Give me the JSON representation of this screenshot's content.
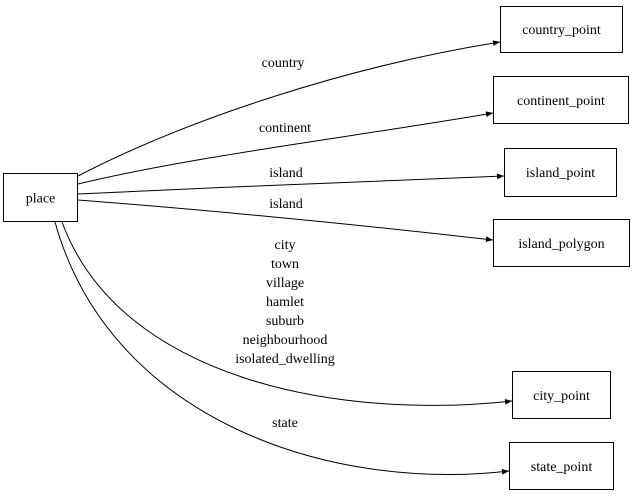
{
  "diagram": {
    "type": "directed-graph",
    "direction": "left-to-right",
    "colors": {
      "background": "#ffffff",
      "node_border": "#000000",
      "node_fill": "#ffffff",
      "edge_stroke": "#000000",
      "text": "#000000"
    },
    "nodes": [
      {
        "id": "place",
        "label": "place"
      },
      {
        "id": "country_point",
        "label": "country_point"
      },
      {
        "id": "continent_point",
        "label": "continent_point"
      },
      {
        "id": "island_point",
        "label": "island_point"
      },
      {
        "id": "island_polygon",
        "label": "island_polygon"
      },
      {
        "id": "city_point",
        "label": "city_point"
      },
      {
        "id": "state_point",
        "label": "state_point"
      }
    ],
    "edges": [
      {
        "from": "place",
        "to": "country_point",
        "label": "country"
      },
      {
        "from": "place",
        "to": "continent_point",
        "label": "continent"
      },
      {
        "from": "place",
        "to": "island_point",
        "label": "island"
      },
      {
        "from": "place",
        "to": "island_polygon",
        "label": "island"
      },
      {
        "from": "place",
        "to": "city_point",
        "labels": [
          "city",
          "town",
          "village",
          "hamlet",
          "suburb",
          "neighbourhood",
          "isolated_dwelling"
        ]
      },
      {
        "from": "place",
        "to": "state_point",
        "label": "state"
      }
    ]
  }
}
